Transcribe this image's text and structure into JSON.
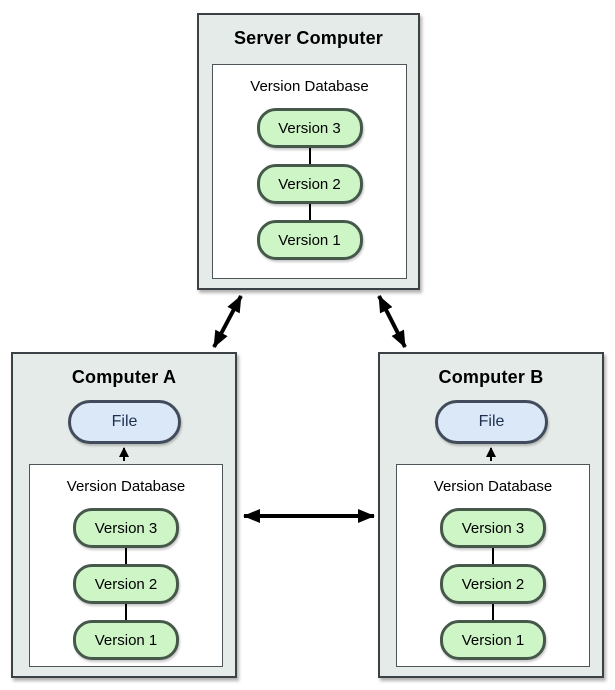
{
  "colors": {
    "machine-bg": "#e5ebe8",
    "machine-border": "#3b4144",
    "db-border": "#4e5558",
    "green-fill": "#cdf5c6",
    "green-border": "#45584a",
    "blue-fill": "#dbe8f8",
    "blue-border": "#414b5c",
    "file-text": "#1d3050",
    "arrow": "#000000",
    "text": "#000000"
  },
  "server": {
    "title": "Server Computer",
    "db_label": "Version Database",
    "versions": [
      "Version 3",
      "Version 2",
      "Version 1"
    ]
  },
  "computer_a": {
    "title": "Computer A",
    "file_label": "File",
    "db_label": "Version Database",
    "versions": [
      "Version 3",
      "Version 2",
      "Version 1"
    ]
  },
  "computer_b": {
    "title": "Computer B",
    "file_label": "File",
    "db_label": "Version Database",
    "versions": [
      "Version 3",
      "Version 2",
      "Version 1"
    ]
  }
}
